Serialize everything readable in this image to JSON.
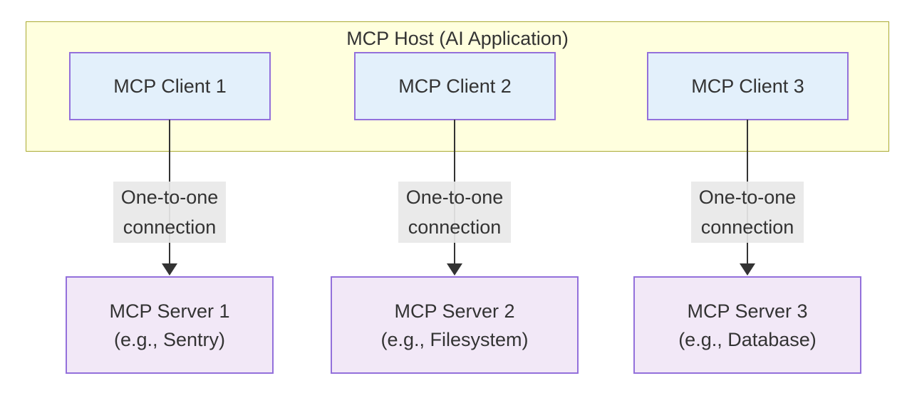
{
  "diagram": {
    "type": "flowchart",
    "title": "MCP Host (AI Application)",
    "colors": {
      "host_fill": "#ffffde",
      "host_stroke": "#aaaa33",
      "client_fill": "#e3f0fb",
      "client_stroke": "#9370db",
      "server_fill": "#f2e8f7",
      "server_stroke": "#9370db",
      "edge_color": "#333333",
      "edge_label_bg": "#e8e8e8",
      "text_color": "#333333"
    },
    "columns": [
      {
        "client_label": "MCP Client 1",
        "edge_label_line1": "One-to-one",
        "edge_label_line2": "connection",
        "server_line1": "MCP Server 1",
        "server_line2": "(e.g., Sentry)"
      },
      {
        "client_label": "MCP Client 2",
        "edge_label_line1": "One-to-one",
        "edge_label_line2": "connection",
        "server_line1": "MCP Server 2",
        "server_line2": "(e.g., Filesystem)"
      },
      {
        "client_label": "MCP Client 3",
        "edge_label_line1": "One-to-one",
        "edge_label_line2": "connection",
        "server_line1": "MCP Server 3",
        "server_line2": "(e.g., Database)"
      }
    ]
  }
}
